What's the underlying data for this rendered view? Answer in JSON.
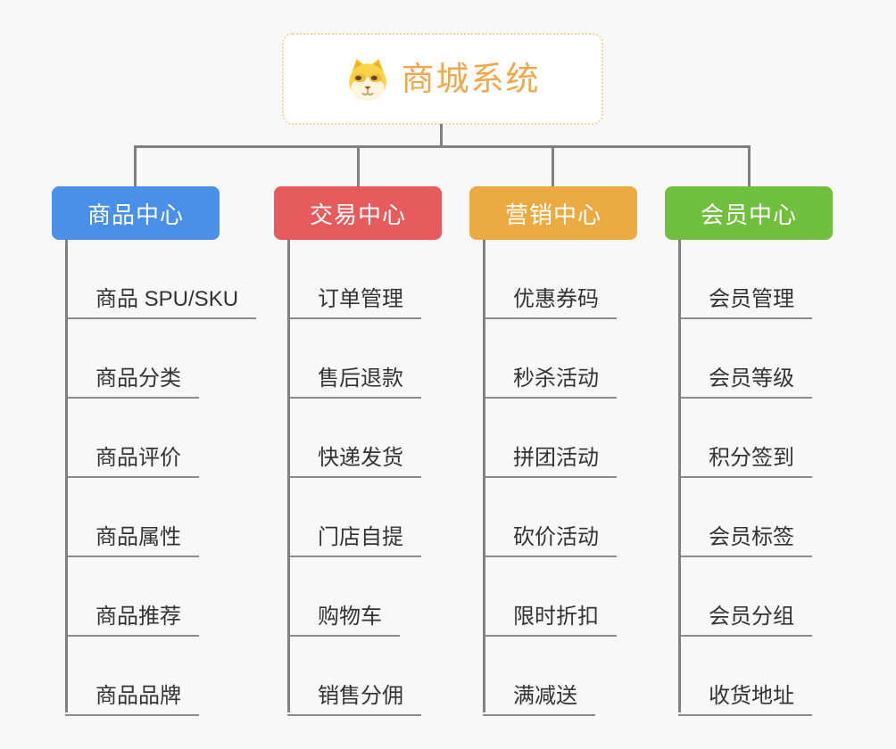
{
  "root": {
    "title": "商城系统",
    "icon": "dog-face-icon"
  },
  "theme": {
    "background": "#f8f8f8",
    "connector_color": "#808080",
    "underline_color": "#8c8c8c",
    "root_border_color": "#f6d49b",
    "root_text_color": "#efa94c",
    "leaf_text_color": "#333333"
  },
  "branches": [
    {
      "label": "商品中心",
      "color": "#4b90e8",
      "children": [
        "商品 SPU/SKU",
        "商品分类",
        "商品评价",
        "商品属性",
        "商品推荐",
        "商品品牌"
      ]
    },
    {
      "label": "交易中心",
      "color": "#e65c5c",
      "children": [
        "订单管理",
        "售后退款",
        "快递发货",
        "门店自提",
        "购物车",
        "销售分佣"
      ]
    },
    {
      "label": "营销中心",
      "color": "#ecab42",
      "children": [
        "优惠券码",
        "秒杀活动",
        "拼团活动",
        "砍价活动",
        "限时折扣",
        "满减送"
      ]
    },
    {
      "label": "会员中心",
      "color": "#71bf3e",
      "children": [
        "会员管理",
        "会员等级",
        "积分签到",
        "会员标签",
        "会员分组",
        "收货地址"
      ]
    }
  ]
}
